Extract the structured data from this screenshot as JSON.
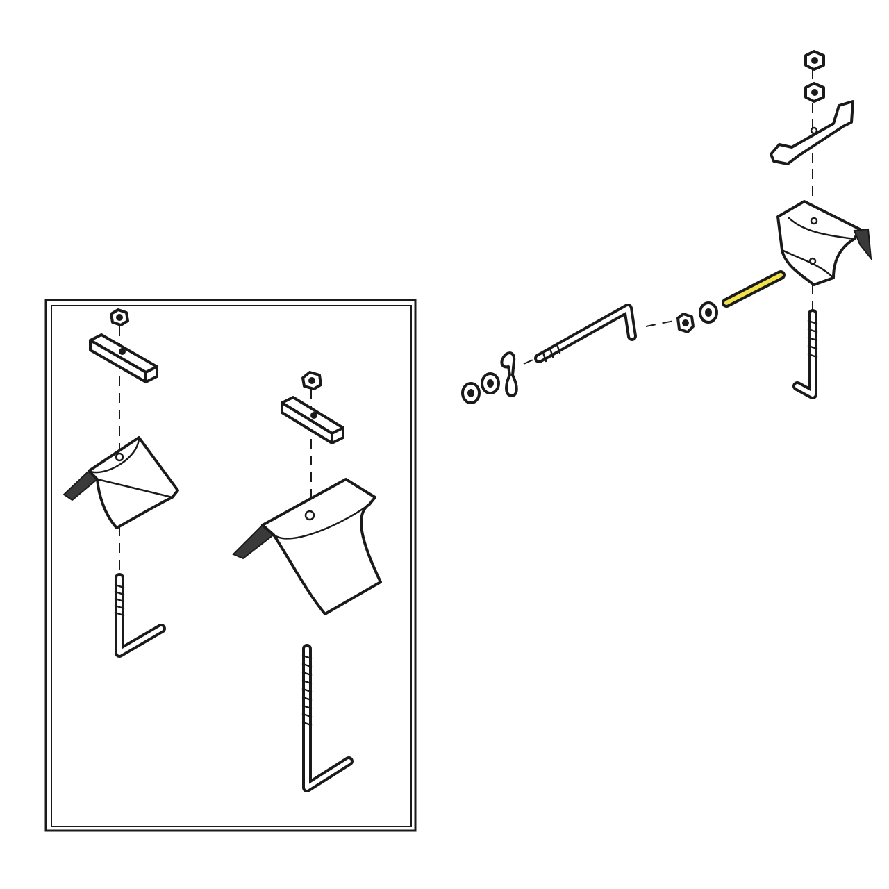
{
  "diagram": {
    "highlight_color": "#f2e24a",
    "line_color": "#1a1a1a",
    "background": "#ffffff",
    "inset_panel": {
      "parts": [
        "nut",
        "square-bar",
        "small-saddle-clamp",
        "short-j-bolt",
        "nut",
        "square-bar",
        "large-saddle-clamp",
        "long-j-bolt"
      ]
    },
    "main_assembly": {
      "parts": [
        "top-nut",
        "second-nut",
        "retainer-strap",
        "saddle-bracket",
        "highlighted-threaded-rod",
        "washer",
        "nut",
        "l-bolt",
        "hook-rod",
        "wing-nut",
        "lock-washer",
        "nut"
      ]
    }
  }
}
